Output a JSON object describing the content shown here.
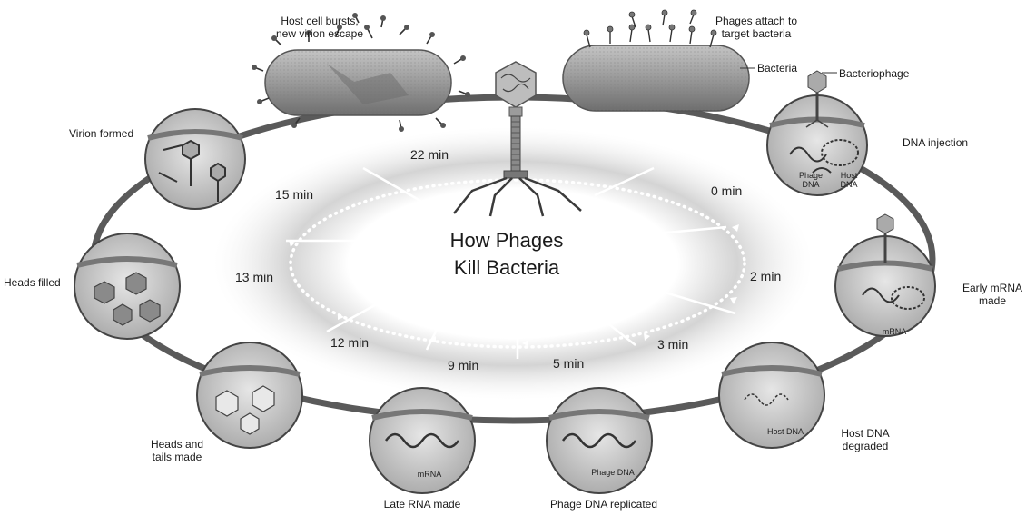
{
  "title": {
    "line1": "How Phages",
    "line2": "Kill Bacteria"
  },
  "top": {
    "burst_line1": "Host cell bursts,",
    "burst_line2": "new virion escape",
    "attach_line1": "Phages attach to",
    "attach_line2": "target bacteria",
    "bacteria": "Bacteria",
    "bacteriophage": "Bacteriophage"
  },
  "stages": [
    {
      "id": "dna-injection",
      "label1": "DNA injection",
      "label2": ""
    },
    {
      "id": "early-mrna",
      "label1": "Early mRNA",
      "label2": "made"
    },
    {
      "id": "host-dna-degraded",
      "label1": "Host DNA",
      "label2": "degraded"
    },
    {
      "id": "phage-dna-replicated",
      "label1": "Phage DNA replicated",
      "label2": ""
    },
    {
      "id": "late-rna",
      "label1": "Late RNA made",
      "label2": ""
    },
    {
      "id": "heads-tails",
      "label1": "Heads and",
      "label2": "tails made"
    },
    {
      "id": "heads-filled",
      "label1": "Heads filled",
      "label2": ""
    },
    {
      "id": "virion-formed",
      "label1": "Virion formed",
      "label2": ""
    }
  ],
  "inner_labels": {
    "phage_dna_l1": "Phage",
    "phage_dna_l2": "DNA",
    "host_dna_l1": "Host",
    "host_dna_l2": "DNA",
    "mrna_early": "mRNA",
    "host_dna": "Host DNA",
    "phage_dna": "Phage DNA",
    "mrna_late": "mRNA"
  },
  "times": {
    "t0": "0 min",
    "t2": "2 min",
    "t3": "3 min",
    "t5": "5 min",
    "t9": "9 min",
    "t12": "12 min",
    "t13": "13 min",
    "t15": "15 min",
    "t22": "22 min"
  },
  "colors": {
    "ring": "#5a5a5a",
    "circle_fill": "#cfcfcf",
    "membrane": "#8a8a8a",
    "bacteria": "#9c9c9c"
  }
}
